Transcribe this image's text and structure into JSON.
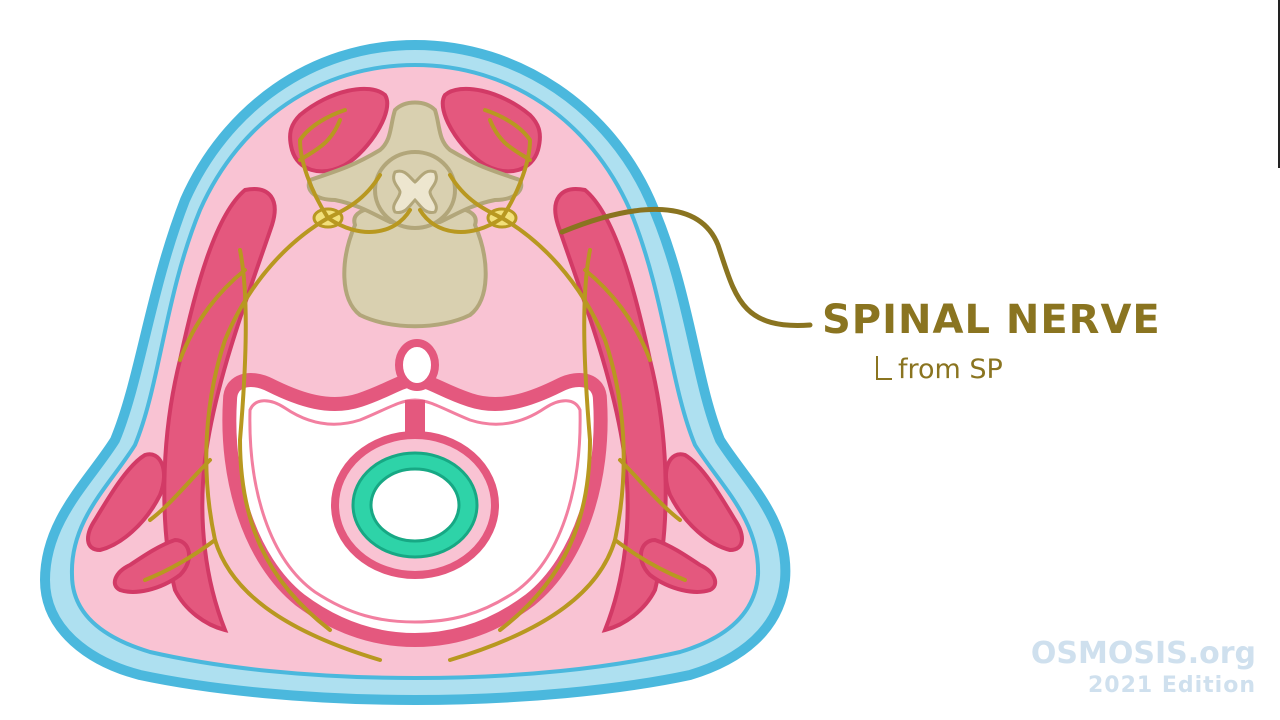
{
  "annotation": {
    "label": "SPINAL NERVE",
    "sublabel": "from SP"
  },
  "watermark": {
    "brand": "OSMOSIS.org",
    "edition": "2021 Edition"
  },
  "colors": {
    "skin_outer": "#4bb8dd",
    "skin_inner": "#aee0f0",
    "body_fill": "#f9c3d3",
    "muscle": "#e4587e",
    "muscle_light": "#f27fa0",
    "vertebra": "#d9d0b0",
    "vertebra_edge": "#b2a67a",
    "nerve": "#b89820",
    "gut_ring": "#2ed3a8",
    "label_text": "#8a7420",
    "brand_text": "#cfe0ee"
  }
}
